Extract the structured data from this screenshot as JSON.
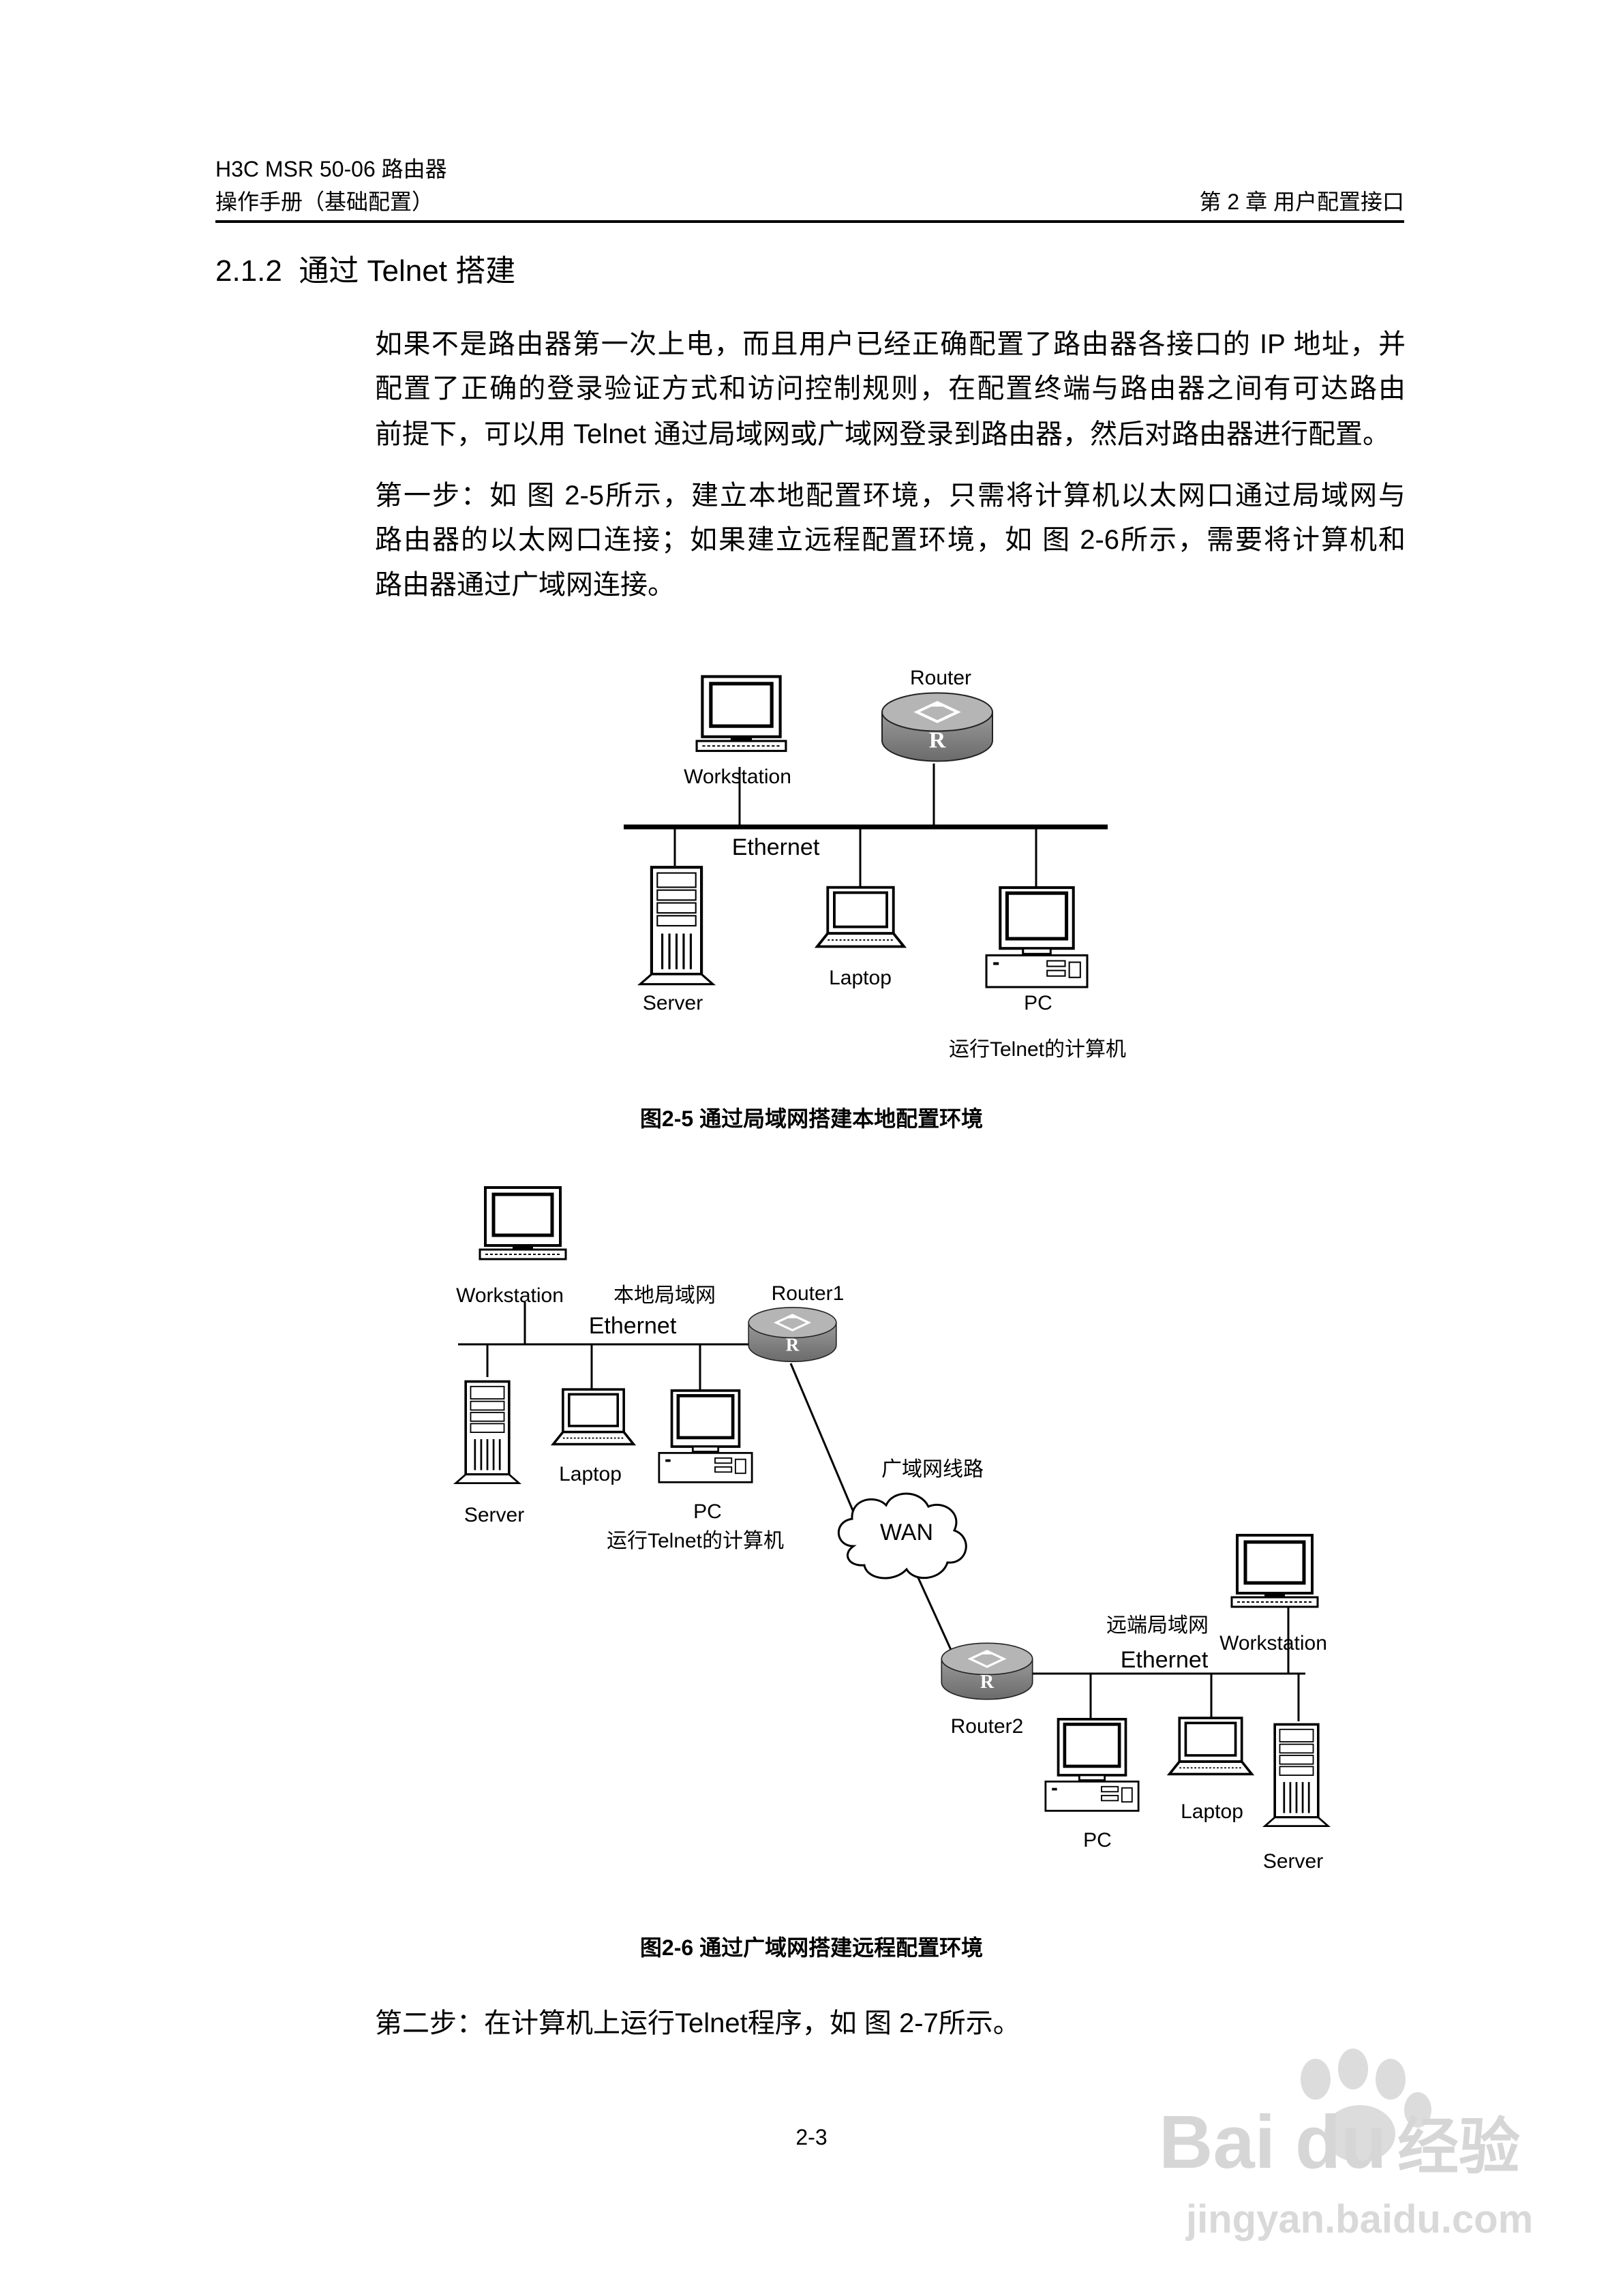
{
  "header": {
    "product": "H3C MSR 50-06 路由器",
    "manual": "操作手册（基础配置）",
    "chapter": "第 2 章  用户配置接口"
  },
  "section": {
    "number": "2.1.2",
    "title": "通过 Telnet 搭建"
  },
  "paragraph1": [
    "如果不是路由器第一次上电，而且用户已经正确配置了路由器各接口的 IP 地址，并",
    "配置了正确的登录验证方式和访问控制规则，在配置终端与路由器之间有可达路由",
    "前提下，可以用 Telnet 通过局域网或广域网登录到路由器，然后对路由器进行配置。"
  ],
  "paragraph2": [
    "第一步：如 图 2-5所示，建立本地配置环境，只需将计算机以太网口通过局域网与",
    "路由器的以太网口连接；如果建立远程配置环境，如 图 2-6所示，需要将计算机和",
    "路由器通过广域网连接。"
  ],
  "figure1": {
    "labels": {
      "router": "Router",
      "workstation": "Workstation",
      "ethernet": "Ethernet",
      "server": "Server",
      "laptop": "Laptop",
      "pc": "PC",
      "telnet_pc": "运行Telnet的计算机"
    },
    "caption": "图2-5  通过局域网搭建本地配置环境"
  },
  "figure2": {
    "labels": {
      "workstation_local": "Workstation",
      "local_lan": "本地局域网",
      "router1": "Router1",
      "ethernet_local": "Ethernet",
      "server_local": "Server",
      "laptop_local": "Laptop",
      "pc_local": "PC",
      "telnet_pc": "运行Telnet的计算机",
      "wan_line": "广域网线路",
      "wan": "WAN",
      "remote_lan": "远端局域网",
      "workstation_remote": "Workstation",
      "ethernet_remote": "Ethernet",
      "router2": "Router2",
      "pc_remote": "PC",
      "laptop_remote": "Laptop",
      "server_remote": "Server"
    },
    "caption": "图2-6  通过广域网搭建远程配置环境"
  },
  "step2": "第二步：在计算机上运行Telnet程序，如 图 2-7所示。",
  "page_number": "2-3",
  "watermark": {
    "brand": "Bai du 经验",
    "url": "jingyan.baidu.com"
  }
}
